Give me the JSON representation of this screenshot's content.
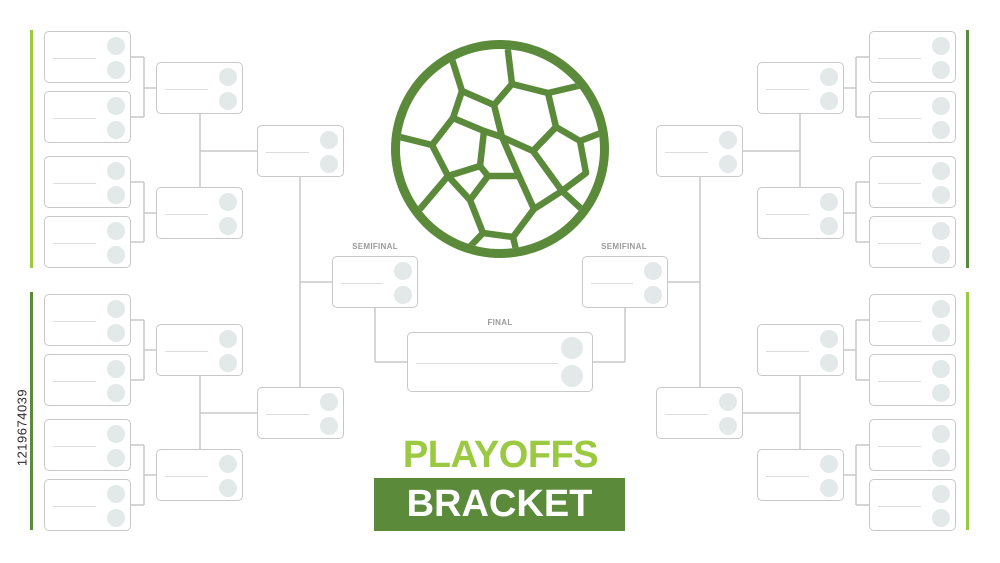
{
  "labels": {
    "semifinal_left": "SEMIFINAL",
    "semifinal_right": "SEMIFINAL",
    "final": "FINAL"
  },
  "title": {
    "line1": "PLAYOFFS",
    "line2": "BRACKET"
  },
  "stock_id": "1219674039",
  "colors": {
    "green_dark": "#5a8a3a",
    "green_light": "#9cc942",
    "box_border": "#c8c8c8",
    "slot_fill": "#e3e8e8",
    "connector": "#dcdcdc"
  },
  "icons": {
    "ball": "soccer-ball-icon"
  }
}
